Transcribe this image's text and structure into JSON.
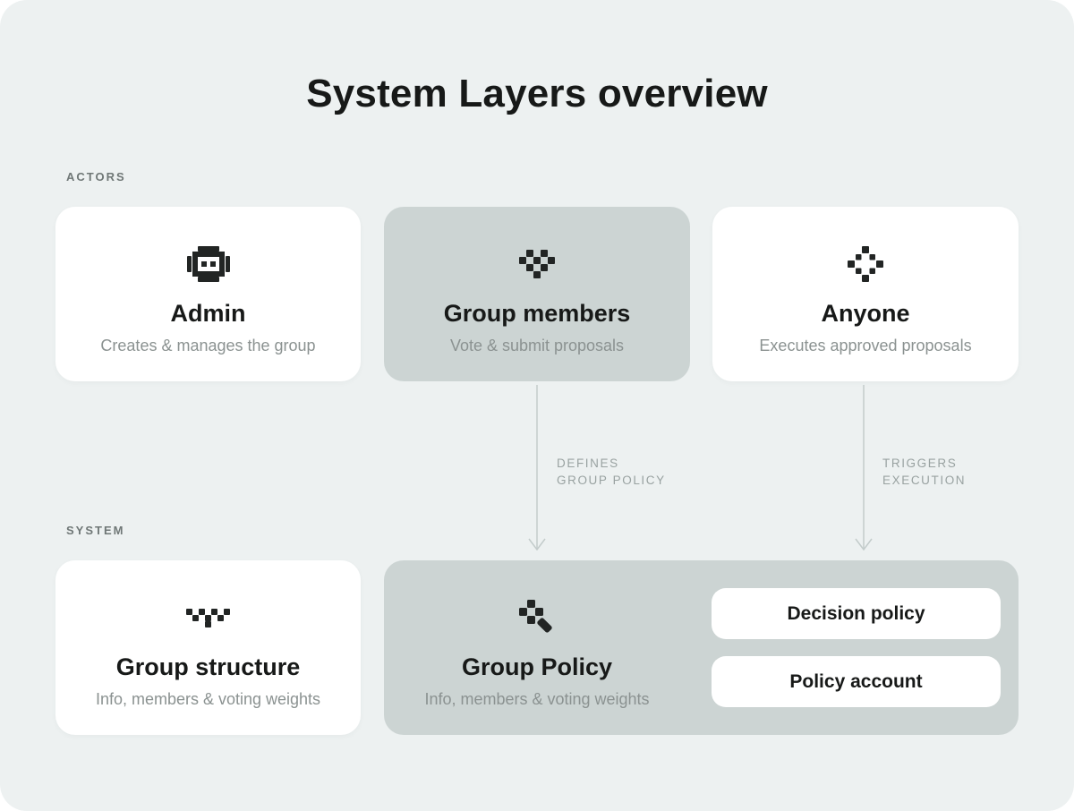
{
  "title": "System Layers overview",
  "sections": {
    "actors_label": "ACTORS",
    "system_label": "SYSTEM"
  },
  "cards": {
    "admin": {
      "title": "Admin",
      "subtitle": "Creates & manages the group",
      "icon": "robot-icon"
    },
    "group_members": {
      "title": "Group members",
      "subtitle": "Vote & submit proposals",
      "icon": "checkered-heart-icon"
    },
    "anyone": {
      "title": "Anyone",
      "subtitle": "Executes approved proposals",
      "icon": "pixel-diamond-icon"
    },
    "group_structure": {
      "title": "Group structure",
      "subtitle": "Info, members & voting weights",
      "icon": "pixel-chevron-icon"
    },
    "group_policy": {
      "title": "Group Policy",
      "subtitle": "Info, members & voting weights",
      "icon": "pixel-wand-icon",
      "sub_cards": [
        {
          "label": "Decision policy"
        },
        {
          "label": "Policy account"
        }
      ]
    }
  },
  "connectors": {
    "defines": {
      "line1": "DEFINES",
      "line2": "GROUP POLICY"
    },
    "triggers": {
      "line1": "TRIGGERS",
      "line2": "EXECUTION"
    }
  },
  "colors": {
    "page_bg": "#ffffff",
    "panel_bg": "#edf1f1",
    "card_white": "#ffffff",
    "card_muted": "#ccd4d3",
    "text_dark": "#171918",
    "text_gray": "#8b9291",
    "section_label_gray": "#6f7776",
    "connector_line": "#c3cccb",
    "connector_label": "#99a2a1",
    "icon_dark": "#222524"
  }
}
